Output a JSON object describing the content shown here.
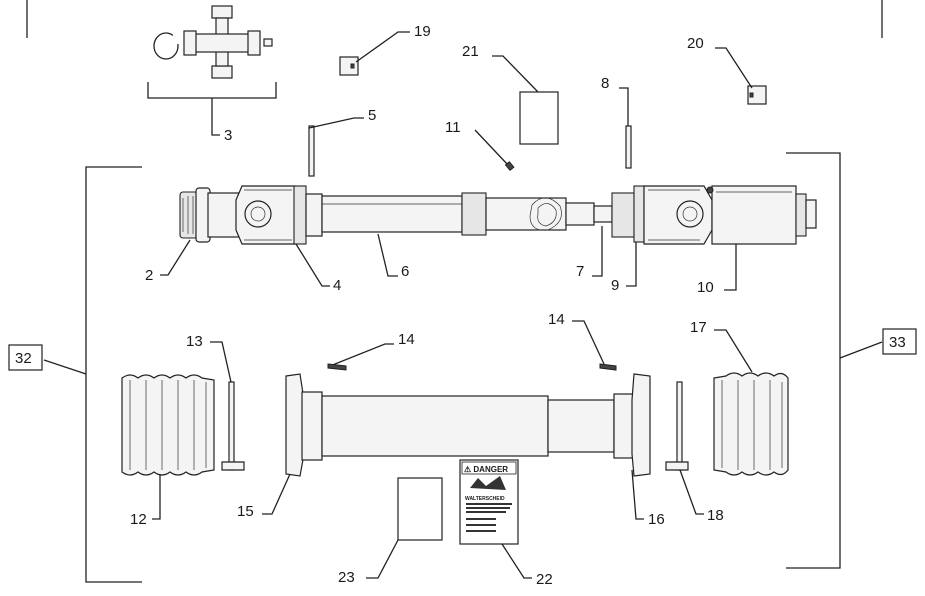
{
  "callouts": {
    "c2": "2",
    "c3": "3",
    "c4": "4",
    "c5": "5",
    "c6": "6",
    "c7": "7",
    "c8": "8",
    "c9": "9",
    "c10": "10",
    "c11": "11",
    "c12": "12",
    "c13": "13",
    "c14a": "14",
    "c14b": "14",
    "c15": "15",
    "c16": "16",
    "c17": "17",
    "c18": "18",
    "c19": "19",
    "c20": "20",
    "c21": "21",
    "c22": "22",
    "c23": "23",
    "c32": "32",
    "c33": "33"
  },
  "decal": {
    "header": "⚠ DANGER",
    "brand": "WALTERSCHEID"
  }
}
